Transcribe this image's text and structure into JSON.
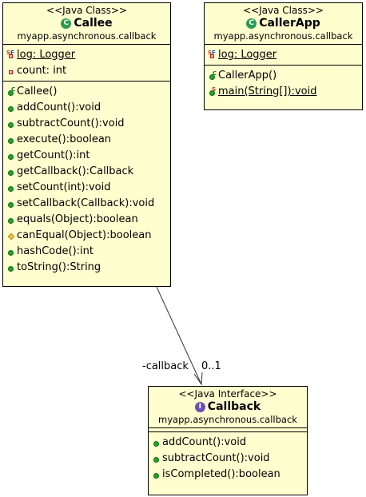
{
  "callee": {
    "stereotype": "<<Java Class>>",
    "name": "Callee",
    "package": "myapp.asynchronous.callback",
    "fields": [
      {
        "text": "log: Logger",
        "visibility": "private",
        "static": true,
        "final": true
      },
      {
        "text": "count: int",
        "visibility": "private",
        "static": false,
        "final": false
      }
    ],
    "methods": [
      {
        "text": "Callee()",
        "kind": "constructor"
      },
      {
        "text": "addCount():void",
        "kind": "public"
      },
      {
        "text": "subtractCount():void",
        "kind": "public"
      },
      {
        "text": "execute():boolean",
        "kind": "public"
      },
      {
        "text": "getCount():int",
        "kind": "public"
      },
      {
        "text": "getCallback():Callback",
        "kind": "public"
      },
      {
        "text": "setCount(int):void",
        "kind": "public"
      },
      {
        "text": "setCallback(Callback):void",
        "kind": "public"
      },
      {
        "text": "equals(Object):boolean",
        "kind": "public"
      },
      {
        "text": "canEqual(Object):boolean",
        "kind": "protected"
      },
      {
        "text": "hashCode():int",
        "kind": "public"
      },
      {
        "text": "toString():String",
        "kind": "public"
      }
    ]
  },
  "callerApp": {
    "stereotype": "<<Java Class>>",
    "name": "CallerApp",
    "package": "myapp.asynchronous.callback",
    "fields": [
      {
        "text": "log: Logger",
        "visibility": "private",
        "static": true,
        "final": true
      }
    ],
    "methods": [
      {
        "text": "CallerApp()",
        "kind": "constructor"
      },
      {
        "text": "main(String[]):void",
        "kind": "static"
      }
    ]
  },
  "callback": {
    "stereotype": "<<Java Interface>>",
    "name": "Callback",
    "package": "myapp.asynchronous.callback",
    "methods": [
      {
        "text": "addCount():void",
        "kind": "public"
      },
      {
        "text": "subtractCount():void",
        "kind": "public"
      },
      {
        "text": "isCompleted():boolean",
        "kind": "public"
      }
    ]
  },
  "association": {
    "role": "-callback",
    "multiplicity": "0..1"
  }
}
